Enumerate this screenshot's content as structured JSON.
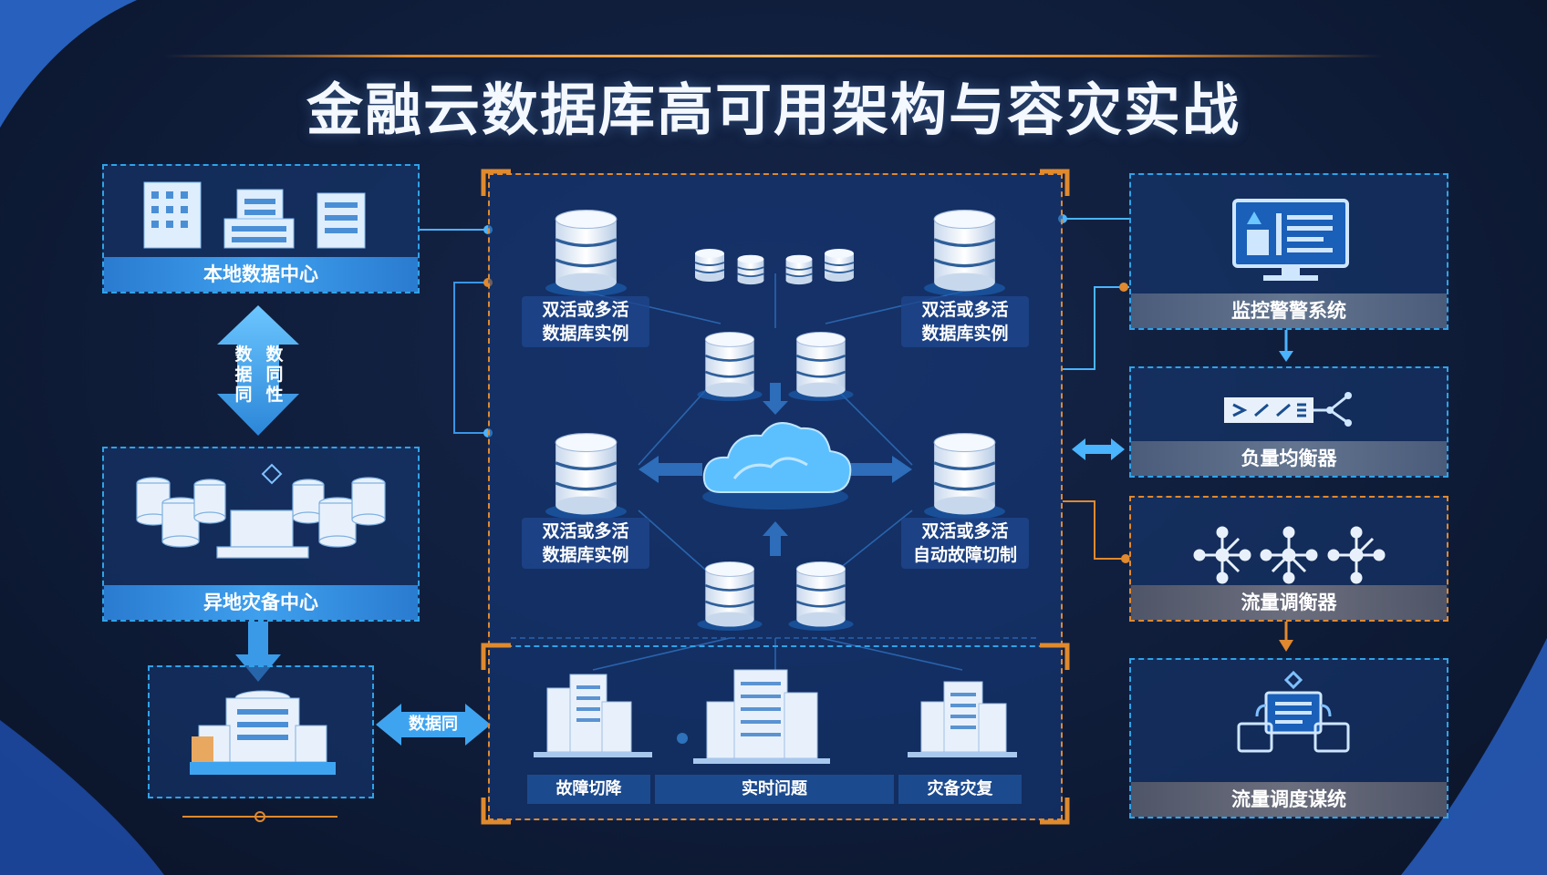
{
  "title": "金融云数据库高可用架构与容灾实战",
  "left": {
    "local_dc": "本地数据中心",
    "sync_arrow_left": [
      "数",
      "据",
      "同"
    ],
    "sync_arrow_right": [
      "数",
      "同",
      "性"
    ],
    "remote_dc": "异地灾备中心",
    "sync_label": "数据同"
  },
  "center": {
    "top_left_node": [
      "双活或多活",
      "数据库实例"
    ],
    "top_right_node": [
      "双活或多活",
      "数据库实例"
    ],
    "mid_left_node": [
      "双活或多活",
      "数据库实例"
    ],
    "mid_right_node": [
      "双活或多活",
      "自动故障切制"
    ],
    "bottom_tabs": [
      "故障切降",
      "实时问题",
      "灾备灾复"
    ]
  },
  "right": {
    "monitor": "监控警警系统",
    "load_balancer": "负量均衡器",
    "traffic_balancer": "流量调衡器",
    "traffic_dispatch": "流量调度谋统"
  },
  "colors": {
    "accent_blue": "#2fa3e8",
    "accent_orange": "#e0892e",
    "bg": "#0f1d3a"
  }
}
